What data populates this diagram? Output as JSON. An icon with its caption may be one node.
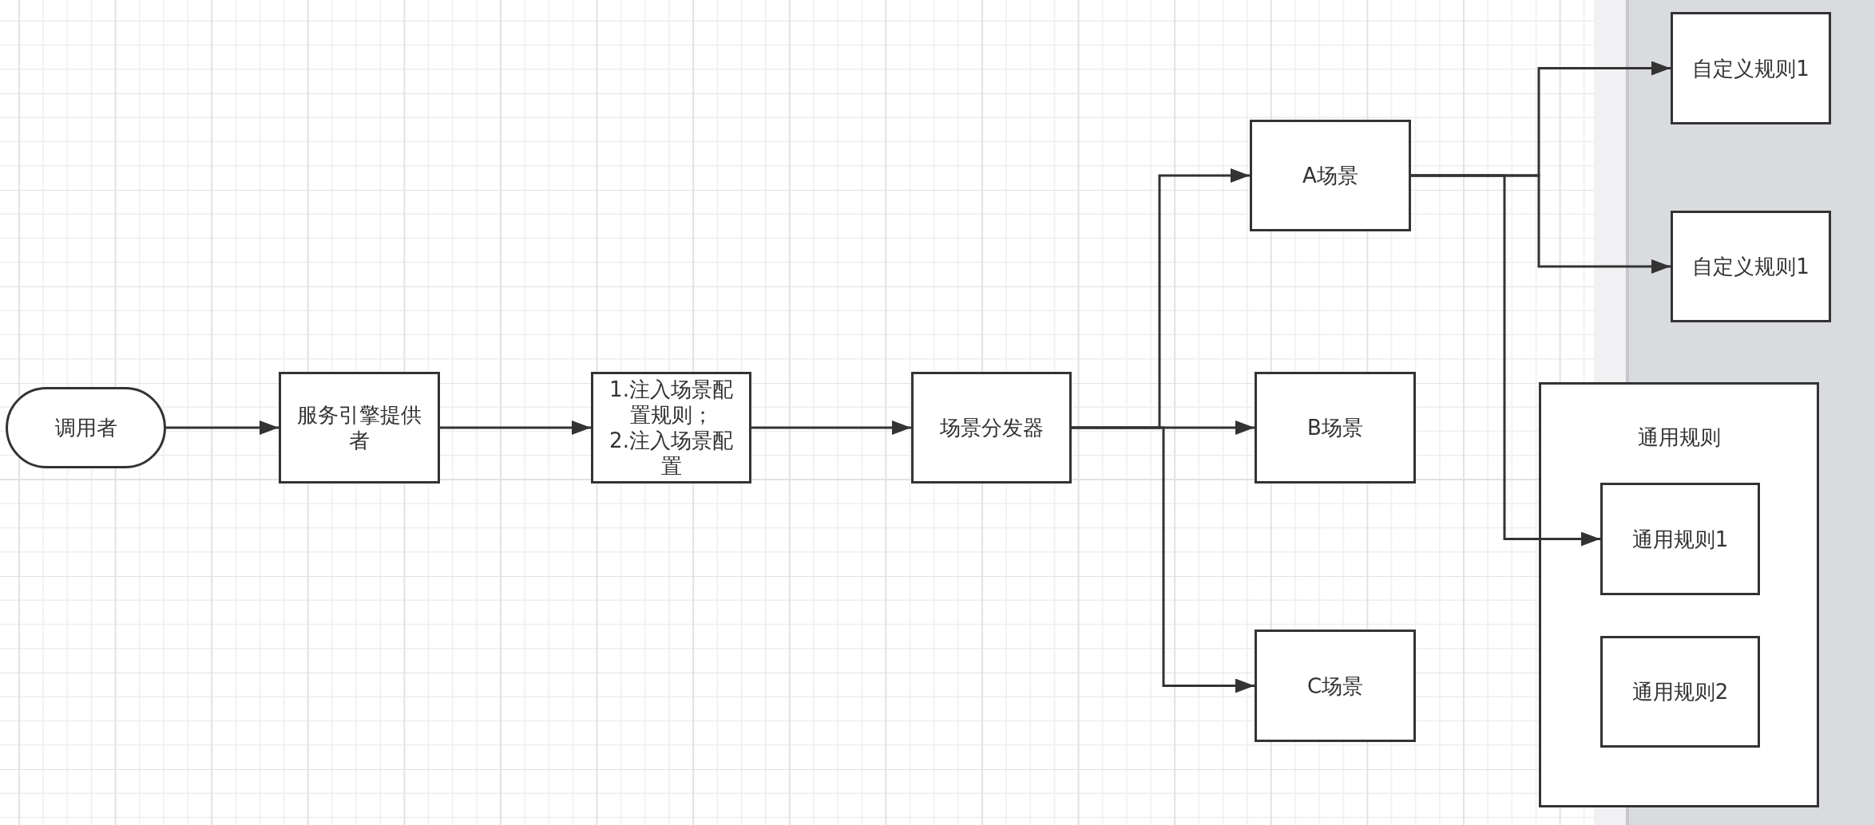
{
  "diagram": {
    "nodes": [
      {
        "text": [
          "调用者"
        ]
      },
      {
        "text": [
          "服务引擎提供者"
        ]
      },
      {
        "text": [
          "1.注入场景配置规则；",
          "2.注入场景配置"
        ]
      },
      {
        "text": [
          "场景分发器"
        ]
      },
      {
        "text": [
          "A场景"
        ]
      },
      {
        "text": [
          "B场景"
        ]
      },
      {
        "text": [
          "C场景"
        ]
      },
      {
        "text": [
          "自定义规则1"
        ]
      },
      {
        "text": [
          "自定义规则1"
        ]
      },
      {
        "text": [
          "通用规则"
        ]
      },
      {
        "text": [
          "通用规则1"
        ],
        "in": 9
      },
      {
        "text": [
          "通用规则2"
        ],
        "in": 9
      }
    ],
    "edges": [
      {
        "from": 0,
        "to": 1,
        "arrow": "to"
      },
      {
        "from": 1,
        "to": 2,
        "arrow": "to"
      },
      {
        "from": 2,
        "to": 3,
        "arrow": "to"
      },
      {
        "from": 3,
        "to": 4,
        "arrow": "to"
      },
      {
        "from": 3,
        "to": 5,
        "arrow": "to"
      },
      {
        "from": 3,
        "to": 6,
        "arrow": "to"
      },
      {
        "from": 4,
        "to": 7,
        "arrow": "to"
      },
      {
        "from": 4,
        "to": 8,
        "arrow": "to"
      },
      {
        "from": 4,
        "to": 10,
        "arrow": "to"
      }
    ]
  }
}
